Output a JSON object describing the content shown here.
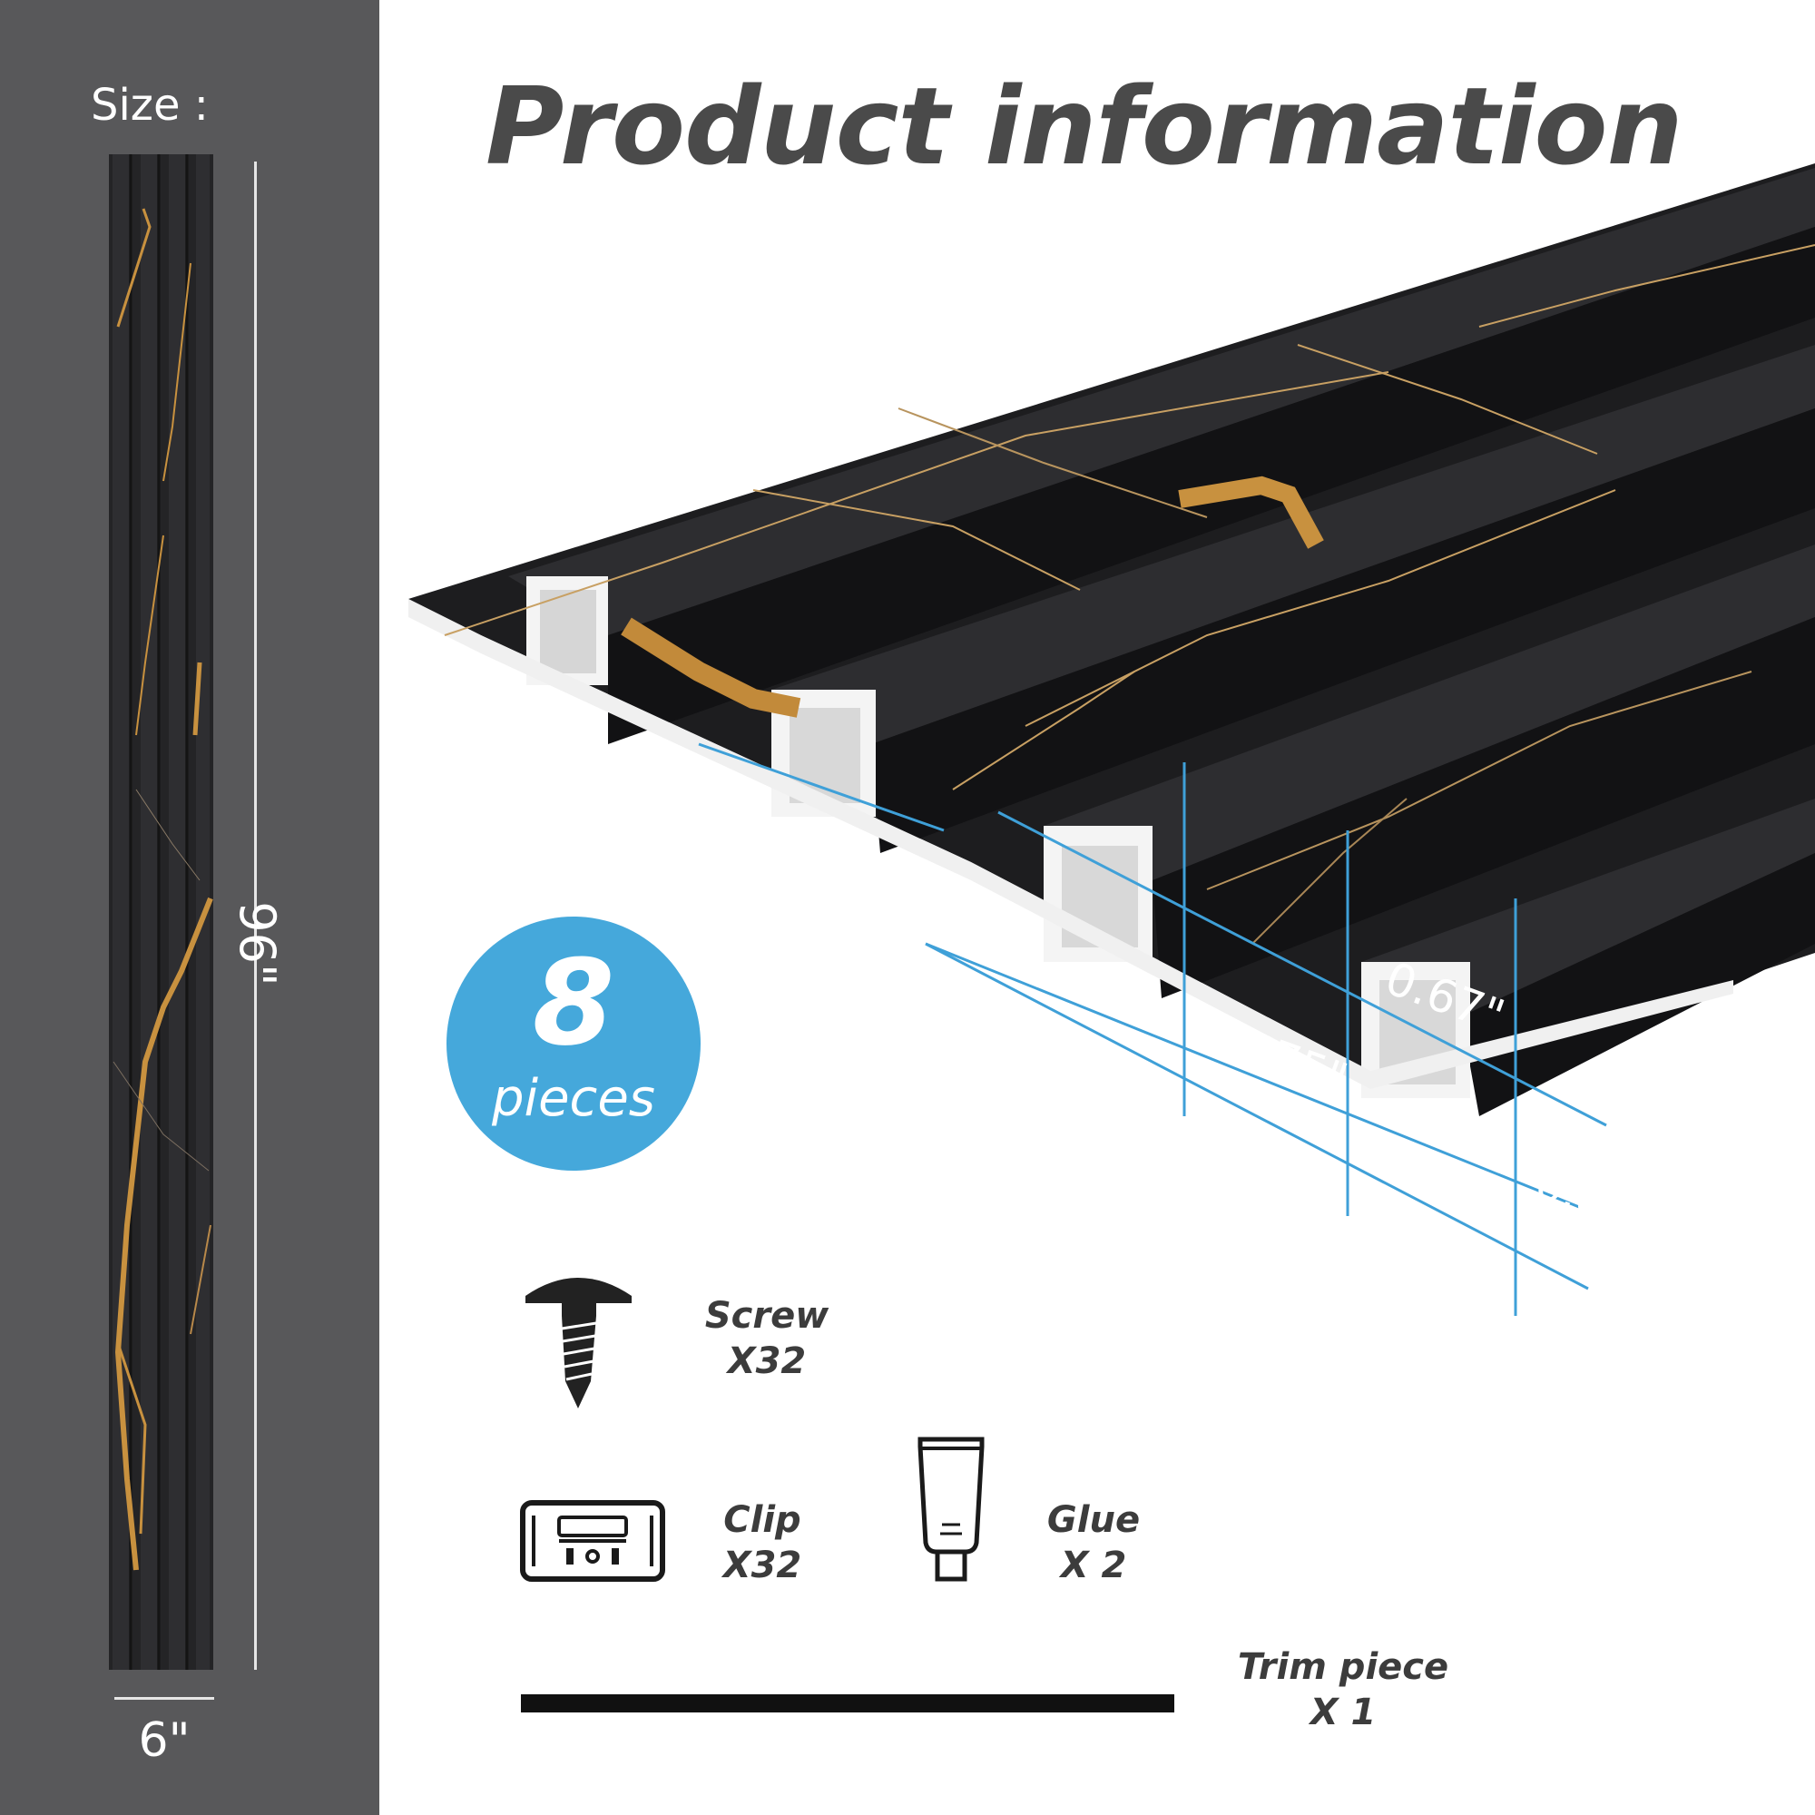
{
  "size": {
    "label": "Size :",
    "length": "96\"",
    "width": "6\""
  },
  "title": "Product information",
  "badge": {
    "count": "8",
    "unit": "pieces"
  },
  "dimensions": {
    "gap": "0.75\"",
    "slat": "0.67\"",
    "depth": "0.83\""
  },
  "accessories": {
    "screw": {
      "name": "Screw",
      "qty": "X32",
      "icon": "screw-icon"
    },
    "clip": {
      "name": "Clip",
      "qty": "X32",
      "icon": "clip-icon"
    },
    "glue": {
      "name": "Glue",
      "qty": "X 2",
      "icon": "glue-tube-icon"
    },
    "trim": {
      "name": "Trim piece",
      "qty": "X 1",
      "icon": "trim-bar"
    }
  },
  "colors": {
    "sidebar": "#58585a",
    "badge": "#45a8db",
    "dimension_lines": "#3fa0d8",
    "panel": "#1b1b1d",
    "vein": "#c8913f"
  }
}
